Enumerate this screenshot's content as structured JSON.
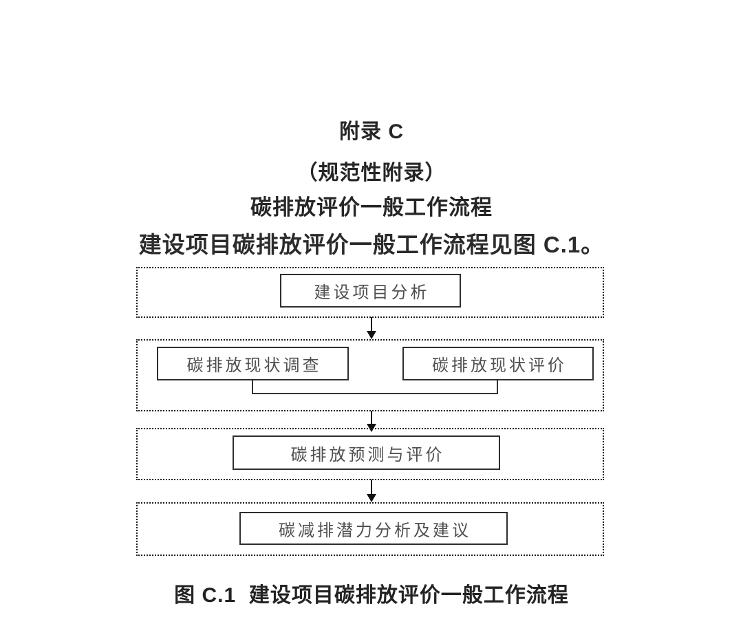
{
  "document": {
    "appendix_title": "附录 C",
    "appendix_type": "（规范性附录）",
    "appendix_subject": "碳排放评价一般工作流程",
    "intro_text": "建设项目碳排放评价一般工作流程见图 C.1。",
    "figure_caption": "图 C.1  建设项目碳排放评价一般工作流程"
  },
  "flowchart": {
    "stages": [
      {
        "boxes": [
          "建设项目分析"
        ]
      },
      {
        "boxes": [
          "碳排放现状调查",
          "碳排放现状评价"
        ]
      },
      {
        "boxes": [
          "碳排放预测与评价"
        ]
      },
      {
        "boxes": [
          "碳减排潜力分析及建议"
        ]
      }
    ],
    "flow_direction": "top-down",
    "colors": {
      "page_background": "#ffffff",
      "heading_text": "#262626",
      "box_text": "#4f4f4f",
      "solid_border": "#2e2e2e",
      "dotted_border": "#1d1d1d",
      "arrow": "#111111"
    }
  }
}
